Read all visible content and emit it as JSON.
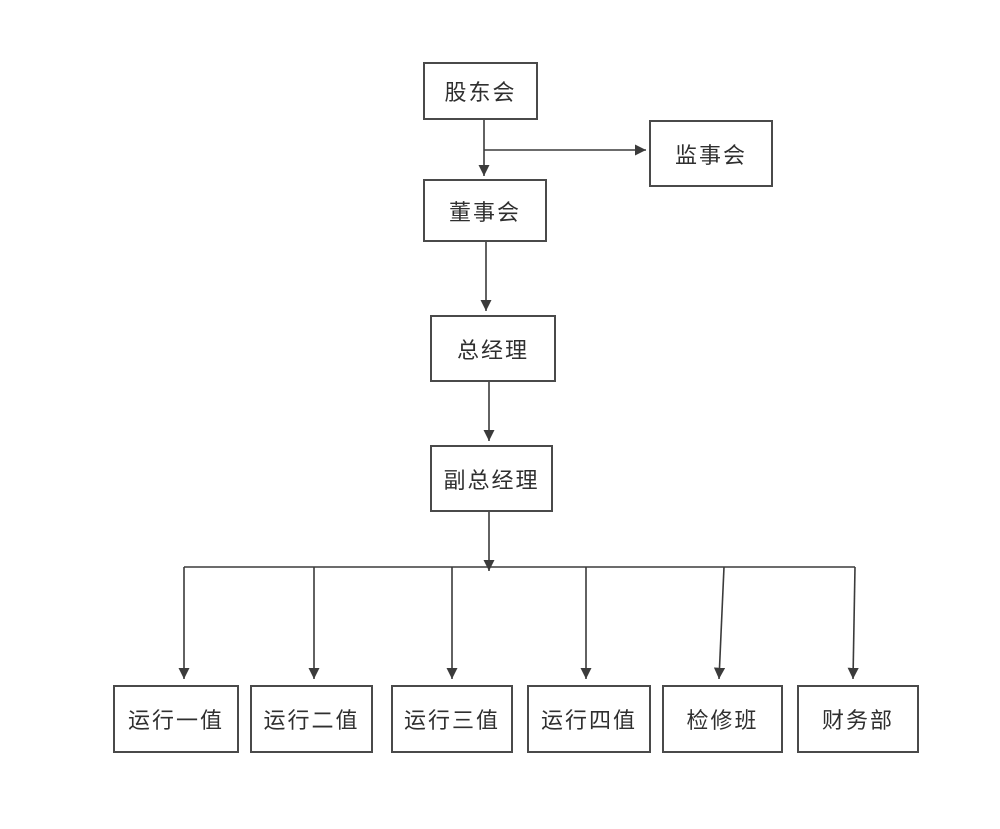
{
  "diagram": {
    "type": "org-chart",
    "nodes": {
      "shareholders": {
        "label": "股东会"
      },
      "supervisory": {
        "label": "监事会"
      },
      "board": {
        "label": "董事会"
      },
      "general_manager": {
        "label": "总经理"
      },
      "deputy_general_manager": {
        "label": "副总经理"
      }
    },
    "departments": [
      {
        "label": "运行一值"
      },
      {
        "label": "运行二值"
      },
      {
        "label": "运行三值"
      },
      {
        "label": "运行四值"
      },
      {
        "label": "检修班"
      },
      {
        "label": "财务部"
      }
    ],
    "edges": [
      {
        "from": "shareholders",
        "to": "board",
        "arrow": true
      },
      {
        "from": "shareholders",
        "to": "supervisory",
        "arrow": true
      },
      {
        "from": "board",
        "to": "general_manager",
        "arrow": true
      },
      {
        "from": "general_manager",
        "to": "deputy_general_manager",
        "arrow": true
      },
      {
        "from": "deputy_general_manager",
        "to": "运行一值",
        "arrow": true
      },
      {
        "from": "deputy_general_manager",
        "to": "运行二值",
        "arrow": true
      },
      {
        "from": "deputy_general_manager",
        "to": "运行三值",
        "arrow": true
      },
      {
        "from": "deputy_general_manager",
        "to": "运行四值",
        "arrow": true
      },
      {
        "from": "deputy_general_manager",
        "to": "检修班",
        "arrow": true
      },
      {
        "from": "deputy_general_manager",
        "to": "财务部",
        "arrow": true
      }
    ],
    "colors": {
      "line": "#3b3b3b",
      "box_border": "#4a4a4a",
      "text": "#2f2f2f",
      "background": "#ffffff"
    }
  }
}
